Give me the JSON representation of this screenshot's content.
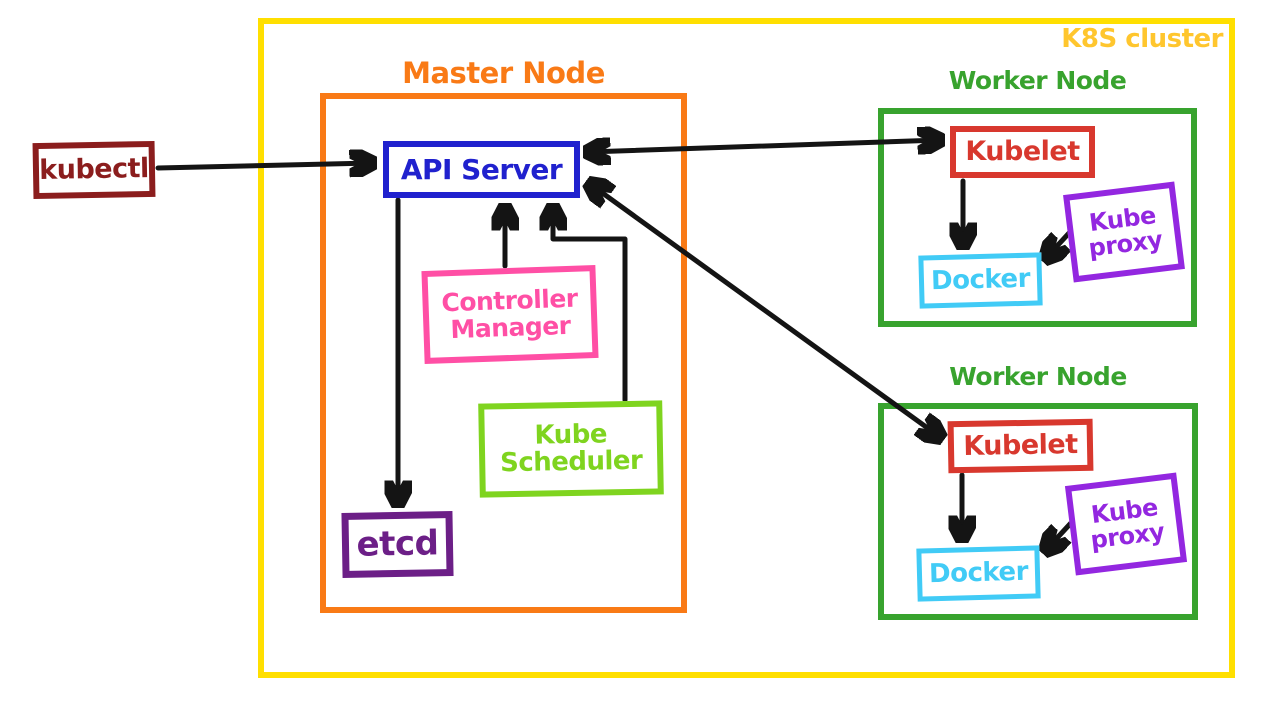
{
  "cluster": {
    "label": "K8S cluster"
  },
  "kubectl": {
    "label": "kubectl"
  },
  "master": {
    "label": "Master Node",
    "api_server": {
      "label": "API Server"
    },
    "controller_manager": {
      "label": "Controller Manager"
    },
    "kube_scheduler": {
      "label": "Kube Scheduler"
    },
    "etcd": {
      "label": "etcd"
    }
  },
  "workers": [
    {
      "label": "Worker Node",
      "kubelet": {
        "label": "Kubelet"
      },
      "kube_proxy": {
        "label": "Kube proxy"
      },
      "docker": {
        "label": "Docker"
      }
    },
    {
      "label": "Worker Node",
      "kubelet": {
        "label": "Kubelet"
      },
      "kube_proxy": {
        "label": "Kube proxy"
      },
      "docker": {
        "label": "Docker"
      }
    }
  ],
  "edges": [
    {
      "from": "kubectl",
      "to": "api-server",
      "direction": "one-way"
    },
    {
      "from": "api-server",
      "to": "worker1-kubelet",
      "direction": "two-way"
    },
    {
      "from": "api-server",
      "to": "worker2-kubelet",
      "direction": "two-way"
    },
    {
      "from": "controller-manager",
      "to": "api-server",
      "direction": "one-way"
    },
    {
      "from": "kube-scheduler",
      "to": "api-server",
      "direction": "one-way"
    },
    {
      "from": "api-server",
      "to": "etcd",
      "direction": "one-way"
    },
    {
      "from": "worker1-kubelet",
      "to": "worker1-docker",
      "direction": "one-way"
    },
    {
      "from": "worker1-kube-proxy",
      "to": "worker1-docker",
      "direction": "one-way"
    },
    {
      "from": "worker2-kubelet",
      "to": "worker2-docker",
      "direction": "one-way"
    },
    {
      "from": "worker2-kube-proxy",
      "to": "worker2-docker",
      "direction": "one-way"
    }
  ],
  "colors": {
    "cluster_border": "#FFDF00",
    "cluster_label": "#FFC62E",
    "master_node": "#F97A16",
    "worker_node": "#38A32E",
    "api_server": "#2021CE",
    "kubectl": "#8B1D1D",
    "controller_manager": "#FF4FA5",
    "kube_scheduler": "#7FD41F",
    "etcd": "#6C1F87",
    "kubelet": "#D8382E",
    "kube_proxy": "#9327E0",
    "docker": "#41CBF6",
    "arrow": "#141414"
  }
}
